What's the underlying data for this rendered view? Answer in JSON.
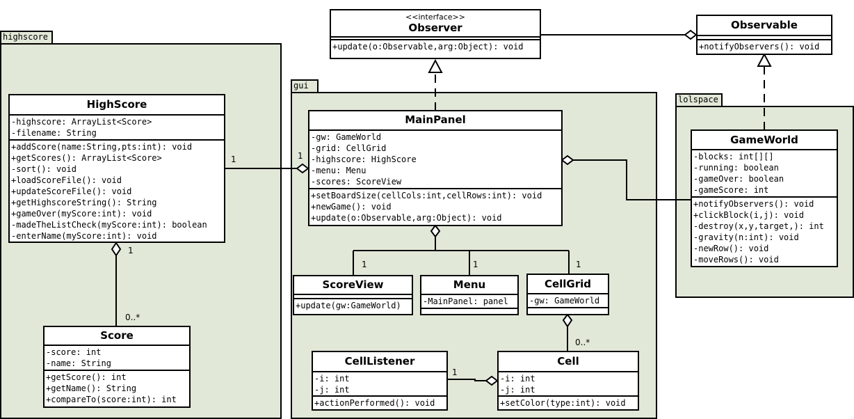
{
  "packages": {
    "highscore": "highscore",
    "gui": "gui",
    "lolspace": "lolspace"
  },
  "classes": {
    "observer": {
      "stereotype": "<<interface>>",
      "name": "Observer",
      "attributes": [],
      "methods": [
        "+update(o:Observable,arg:Object): void"
      ]
    },
    "observable": {
      "name": "Observable",
      "attributes": [],
      "methods": [
        "+notifyObservers(): void"
      ]
    },
    "highscore": {
      "name": "HighScore",
      "attributes": [
        "-highscore: ArrayList<Score>",
        "-filename: String"
      ],
      "methods": [
        "+addScore(name:String,pts:int): void",
        "+getScores(): ArrayList<Score>",
        "-sort(): void",
        "+loadScoreFile(): void",
        "+updateScoreFile(): void",
        "+getHighscoreString(): String",
        "+gameOver(myScore:int): void",
        "-madeTheListCheck(myScore:int): boolean",
        "-enterName(myScore:int): void"
      ]
    },
    "score": {
      "name": "Score",
      "attributes": [
        "-score: int",
        "-name: String"
      ],
      "methods": [
        "+getScore(): int",
        "+getName(): String",
        "+compareTo(score:int): int"
      ]
    },
    "mainpanel": {
      "name": "MainPanel",
      "attributes": [
        "-gw: GameWorld",
        "-grid: CellGrid",
        "-highscore: HighScore",
        "-menu: Menu",
        "-scores: ScoreView"
      ],
      "methods": [
        "+setBoardSize(cellCols:int,cellRows:int): void",
        "+newGame(): void",
        "+update(o:Observable,arg:Object): void"
      ]
    },
    "scoreview": {
      "name": "ScoreView",
      "attributes": [],
      "methods": [
        "+update(gw:GameWorld)"
      ]
    },
    "menu": {
      "name": "Menu",
      "attributes": [
        "-MainPanel: panel"
      ],
      "methods": []
    },
    "cellgrid": {
      "name": "CellGrid",
      "attributes": [
        "-gw: GameWorld"
      ],
      "methods": []
    },
    "celllistener": {
      "name": "CellListener",
      "attributes": [
        "-i: int",
        "-j: int"
      ],
      "methods": [
        "+actionPerformed(): void"
      ]
    },
    "cell": {
      "name": "Cell",
      "attributes": [
        "-i: int",
        "-j: int"
      ],
      "methods": [
        "+setColor(type:int): void"
      ]
    },
    "gameworld": {
      "name": "GameWorld",
      "attributes": [
        "-blocks: int[][]",
        "-running: boolean",
        "-gameOver: boolean",
        "-gameScore: int"
      ],
      "methods": [
        "+notifyObservers(): void",
        "+clickBlock(i,j): void",
        "-destroy(x,y,target,): int",
        "-gravity(n:int): void",
        "-newRow(): void",
        "-moveRows(): void"
      ]
    }
  },
  "multiplicities": {
    "highscore_mainpanel_left": "1",
    "highscore_mainpanel_right": "1",
    "highscore_score_top": "1",
    "highscore_score_bottom": "0..*",
    "mainpanel_scoreview": "1",
    "mainpanel_menu": "1",
    "mainpanel_cellgrid": "1",
    "cellgrid_cell": "0..*",
    "celllistener_cell": "1"
  }
}
